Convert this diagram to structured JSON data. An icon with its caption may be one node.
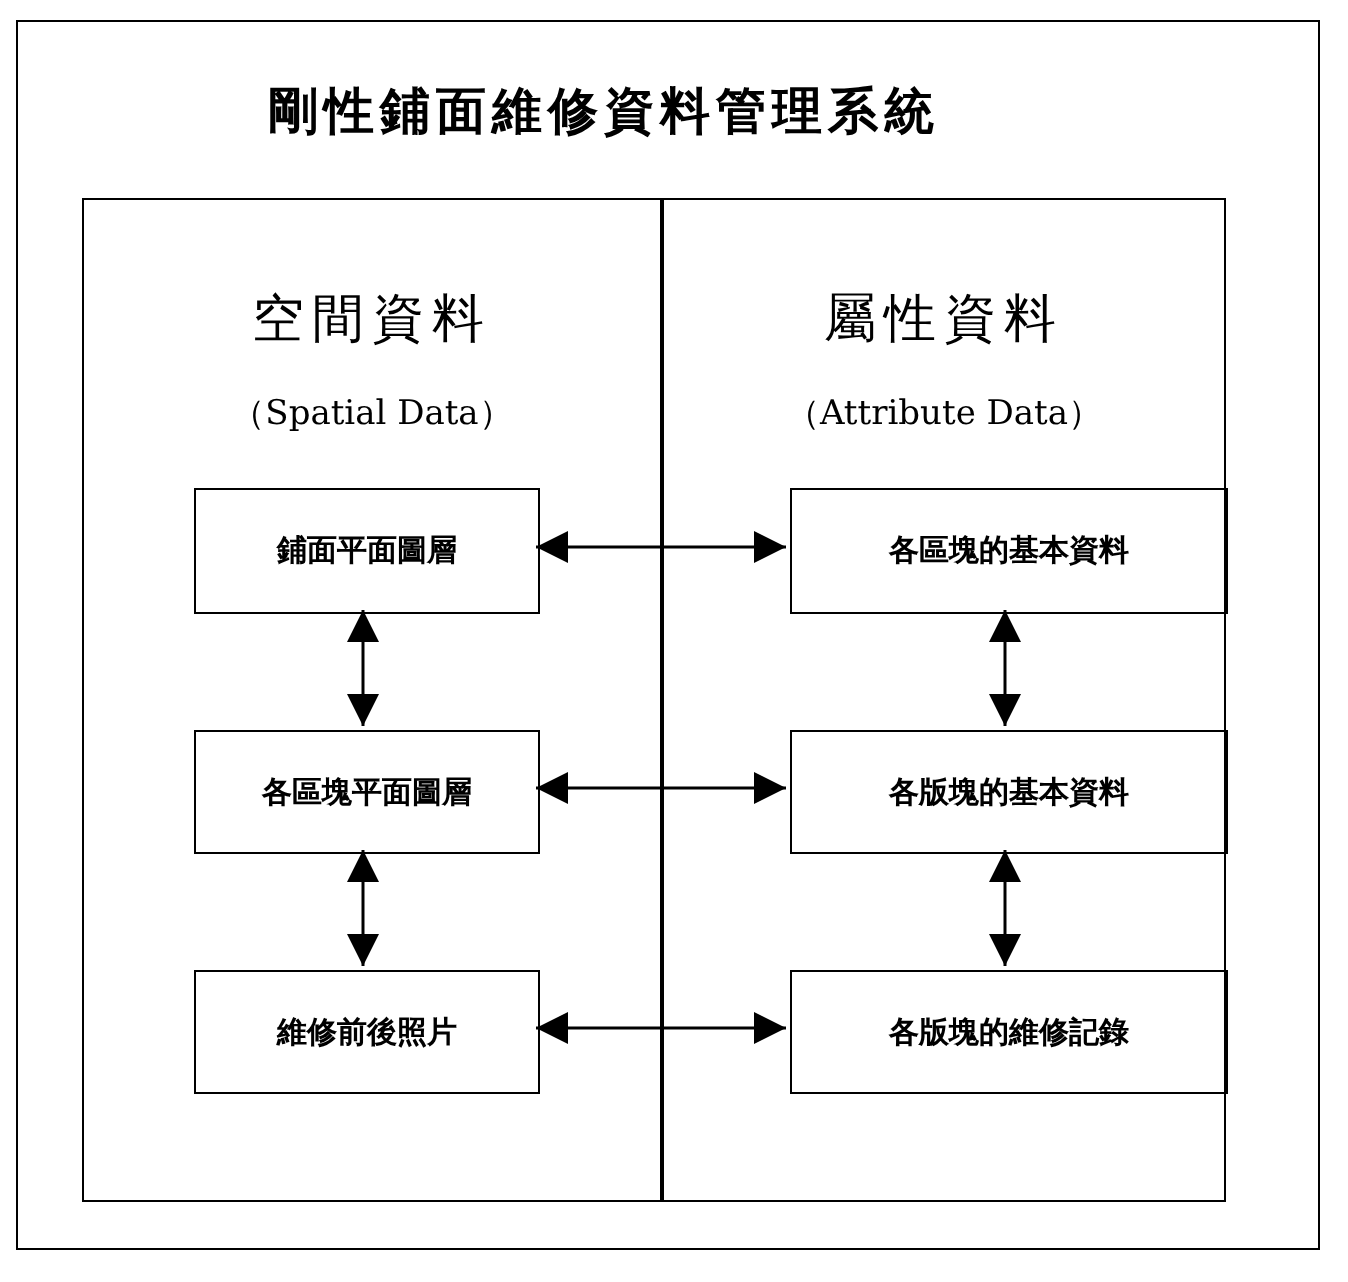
{
  "diagram": {
    "nodes": [
      {
        "text": [
          "剛性鋪面維修資料管理系統"
        ]
      },
      {
        "text": [
          "空間資料",
          "（Spatial Data）"
        ],
        "in": 0
      },
      {
        "text": [
          "屬性資料",
          "（Attribute Data）"
        ],
        "in": 0
      },
      {
        "text": [
          "鋪面平面圖層"
        ],
        "in": 1
      },
      {
        "text": [
          "各區塊平面圖層"
        ],
        "in": 1
      },
      {
        "text": [
          "維修前後照片"
        ],
        "in": 1
      },
      {
        "text": [
          "各區塊的基本資料"
        ],
        "in": 2
      },
      {
        "text": [
          "各版塊的基本資料"
        ],
        "in": 2
      },
      {
        "text": [
          "各版塊的維修記錄"
        ],
        "in": 2
      }
    ],
    "edges": [
      {
        "from": 3,
        "to": 6,
        "arrow": "both"
      },
      {
        "from": 3,
        "to": 4,
        "arrow": "both"
      },
      {
        "from": 6,
        "to": 7,
        "arrow": "both"
      },
      {
        "from": 4,
        "to": 7,
        "arrow": "both"
      },
      {
        "from": 4,
        "to": 5,
        "arrow": "both"
      },
      {
        "from": 7,
        "to": 8,
        "arrow": "both"
      },
      {
        "from": 5,
        "to": 8,
        "arrow": "both"
      }
    ]
  }
}
